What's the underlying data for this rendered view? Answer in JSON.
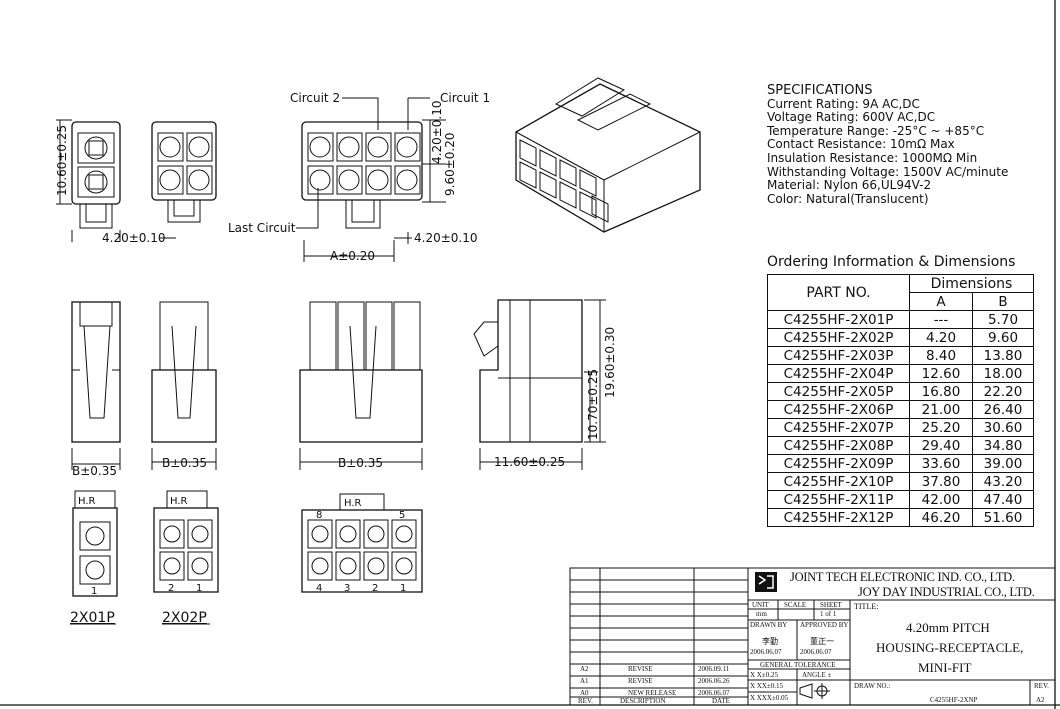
{
  "labels": {
    "circuit1": "Circuit 1",
    "circuit2": "Circuit 2",
    "last_circuit": "Last Circuit",
    "dim_h1": "10.60±0.25",
    "dim_w1": "4.20±0.10",
    "dim_w2": "4.20±0.10",
    "dim_v1": "4.20±0.10",
    "dim_v2": "9.60±0.20",
    "dim_a": "A±0.20",
    "dim_b1": "B±0.35",
    "dim_b2": "B±0.35",
    "dim_b3": "B±0.35",
    "dim_side_w": "11.60±0.25",
    "dim_side_h1": "10.70±0.25",
    "dim_side_h2": "19.60±0.30",
    "hr": "H.R",
    "n1": "1",
    "n2": "2",
    "n3": "3",
    "n4": "4",
    "n5": "5",
    "n8": "8",
    "model_2x01": "2X01P",
    "model_2x02": "2X02P"
  },
  "specs": {
    "heading": "SPECIFICATIONS",
    "lines": [
      "Current Rating: 9A AC,DC",
      "Voltage Rating: 600V AC,DC",
      "Temperature Range: -25°C ~ +85°C",
      "Contact Resistance: 10mΩ Max",
      "Insulation Resistance: 1000MΩ Min",
      "Withstanding Voltage: 1500V AC/minute",
      "Material: Nylon 66,UL94V-2",
      "Color: Natural(Translucent)"
    ]
  },
  "ordering": {
    "title": "Ordering Information & Dimensions",
    "col_part": "PART NO.",
    "col_dims": "Dimensions",
    "col_a": "A",
    "col_b": "B",
    "rows": [
      {
        "part": "C4255HF-2X01P",
        "a": "---",
        "b": "5.70"
      },
      {
        "part": "C4255HF-2X02P",
        "a": "4.20",
        "b": "9.60"
      },
      {
        "part": "C4255HF-2X03P",
        "a": "8.40",
        "b": "13.80"
      },
      {
        "part": "C4255HF-2X04P",
        "a": "12.60",
        "b": "18.00"
      },
      {
        "part": "C4255HF-2X05P",
        "a": "16.80",
        "b": "22.20"
      },
      {
        "part": "C4255HF-2X06P",
        "a": "21.00",
        "b": "26.40"
      },
      {
        "part": "C4255HF-2X07P",
        "a": "25.20",
        "b": "30.60"
      },
      {
        "part": "C4255HF-2X08P",
        "a": "29.40",
        "b": "34.80"
      },
      {
        "part": "C4255HF-2X09P",
        "a": "33.60",
        "b": "39.00"
      },
      {
        "part": "C4255HF-2X10P",
        "a": "37.80",
        "b": "43.20"
      },
      {
        "part": "C4255HF-2X11P",
        "a": "42.00",
        "b": "47.40"
      },
      {
        "part": "C4255HF-2X12P",
        "a": "46.20",
        "b": "51.60"
      }
    ]
  },
  "titleblock": {
    "company1": "JOINT TECH ELECTRONIC IND. CO., LTD.",
    "company2": "JOY DAY INDUSTRIAL CO., LTD.",
    "unit_h": "UNIT",
    "unit_v": "mm",
    "scale_h": "SCALE",
    "sheet_h": "SHEET",
    "sheet_v": "1 of 1",
    "drawn_h": "DRAWN BY",
    "drawn_v": "李勤",
    "drawn_d": "2006.06.07",
    "appr_h": "APPROVED BY",
    "appr_v": "董正一",
    "appr_d": "2006.06.07",
    "tol_h": "GENERAL TOLERANCE",
    "tol1": "X X±0.25",
    "tol2": "X XX±0.15",
    "tol3": "X XXX±0.05",
    "angle": "ANGLE ±",
    "title_h": "TITLE:",
    "title1": "4.20mm PITCH",
    "title2": "HOUSING-RECEPTACLE,",
    "title3": "MINI-FIT",
    "drawno_h": "DRAW NO.:",
    "drawno_v": "C4255HF-2XNP",
    "rev_h": "REV.",
    "rev_v": "A2",
    "revisions": [
      {
        "rev": "A2",
        "desc": "REVISE",
        "date": "2006.09.11"
      },
      {
        "rev": "A1",
        "desc": "REVISE",
        "date": "2006.06.26"
      },
      {
        "rev": "A0",
        "desc": "NEW RELEASE",
        "date": "2006.06.07"
      }
    ],
    "hdr_rev": "REV.",
    "hdr_desc": "DESCRIPTION",
    "hdr_date": "DATE"
  }
}
